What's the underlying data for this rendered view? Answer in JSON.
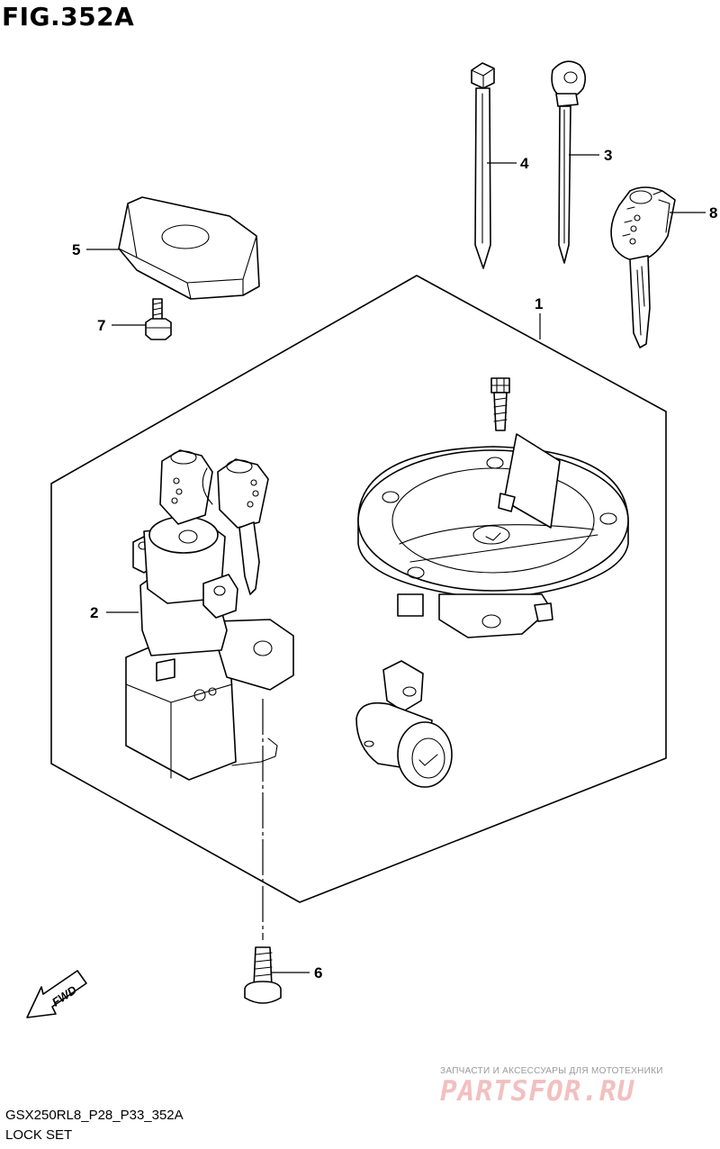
{
  "figure": {
    "title": "FIG.352A",
    "code": "GSX250RL8_P28_P33_352A",
    "name": "LOCK SET"
  },
  "watermark": {
    "tagline": "ЗАПЧАСТИ И АКСЕССУАРЫ ДЛЯ МОТОТЕХНИКИ",
    "brand": "PARTSFOR.RU"
  },
  "fwd_arrow": {
    "label": "FWD"
  },
  "callouts": [
    {
      "id": "1",
      "part": "lock-set-assembly"
    },
    {
      "id": "2",
      "part": "ignition-switch"
    },
    {
      "id": "3",
      "part": "clamp-band"
    },
    {
      "id": "4",
      "part": "cable-tie"
    },
    {
      "id": "5",
      "part": "cover"
    },
    {
      "id": "6",
      "part": "screw"
    },
    {
      "id": "7",
      "part": "bolt"
    },
    {
      "id": "8",
      "part": "key"
    }
  ]
}
